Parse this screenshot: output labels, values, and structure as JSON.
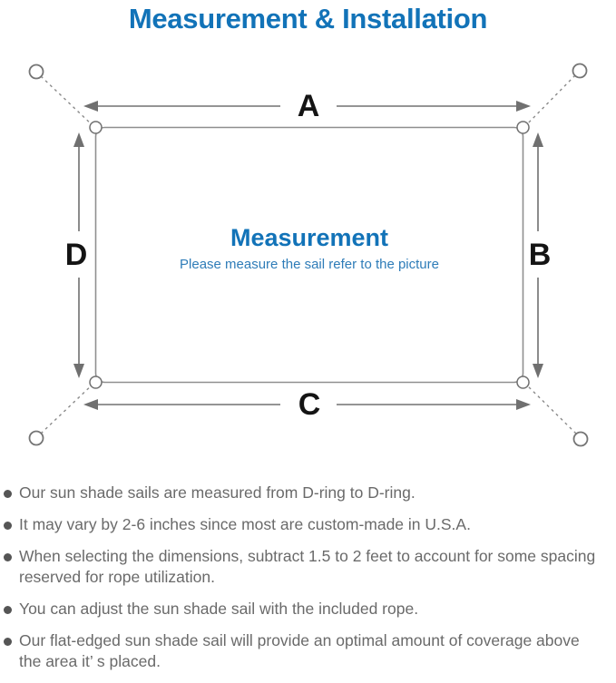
{
  "page": {
    "title": "Measurement & Installation"
  },
  "colors": {
    "title_blue": "#1273b8",
    "caption_blue": "#2e7cb8",
    "outline_gray": "#8f8f8f",
    "arrow_gray": "#707070",
    "note_gray": "#6a6a6a",
    "label_black": "#141414"
  },
  "diagram": {
    "labels": {
      "top": "A",
      "right": "B",
      "bottom": "C",
      "left": "D"
    },
    "center": {
      "heading": "Measurement",
      "caption": "Please measure the sail refer to the picture"
    }
  },
  "notes": {
    "items": [
      "Our sun shade sails are measured from D-ring to D-ring.",
      "It may vary by 2-6 inches since most are custom-made in U.S.A.",
      "When selecting the dimensions, subtract 1.5 to 2 feet to account for some spacing\nreserved for rope utilization.",
      "You can adjust the sun shade sail with the included rope.",
      "Our flat-edged sun shade sail will provide an optimal amount of coverage above\nthe area it’ s placed."
    ]
  }
}
